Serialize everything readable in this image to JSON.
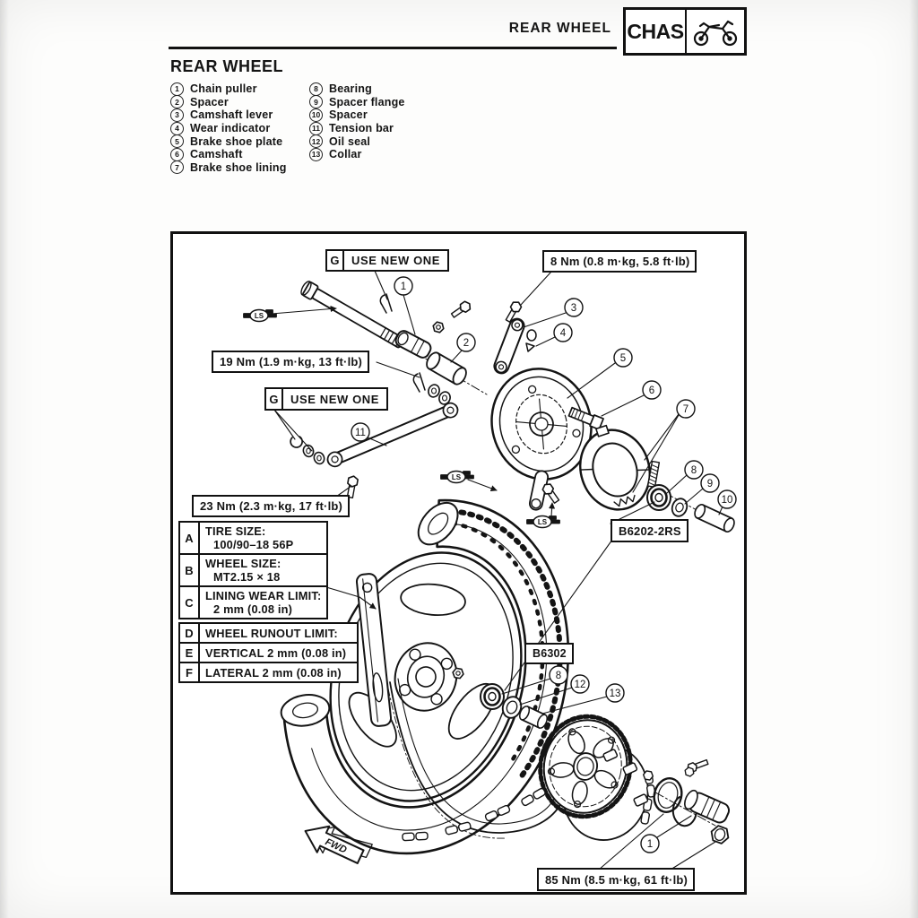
{
  "header": {
    "running_title": "REAR WHEEL",
    "chapter_code": "CHAS"
  },
  "section_title": "REAR WHEEL",
  "parts": [
    {
      "num": "1",
      "label": "Chain puller"
    },
    {
      "num": "2",
      "label": "Spacer"
    },
    {
      "num": "3",
      "label": "Camshaft lever"
    },
    {
      "num": "4",
      "label": "Wear indicator"
    },
    {
      "num": "5",
      "label": "Brake shoe plate"
    },
    {
      "num": "6",
      "label": "Camshaft"
    },
    {
      "num": "7",
      "label": "Brake shoe lining"
    },
    {
      "num": "8",
      "label": "Bearing"
    },
    {
      "num": "9",
      "label": "Spacer flange"
    },
    {
      "num": "10",
      "label": "Spacer"
    },
    {
      "num": "11",
      "label": "Tension bar"
    },
    {
      "num": "12",
      "label": "Oil seal"
    },
    {
      "num": "13",
      "label": "Collar"
    }
  ],
  "diagram": {
    "boxes": {
      "use_new_one": {
        "g": "G",
        "text": "USE NEW ONE"
      },
      "torque_8nm": "8 Nm (0.8 m·kg, 5.8 ft·lb)",
      "torque_19nm": "19 Nm (1.9 m·kg, 13 ft·lb)",
      "torque_23nm": "23 Nm (2.3 m·kg, 17 ft·lb)",
      "torque_85nm": "85 Nm (8.5 m·kg, 61 ft·lb)",
      "bearing_b6202": "B6202-2RS",
      "bearing_b6302": "B6302"
    },
    "fwd_label": "FWD",
    "grease_label": "LS",
    "callouts": [
      "1",
      "2",
      "3",
      "4",
      "5",
      "6",
      "7",
      "8",
      "9",
      "10",
      "11",
      "8",
      "12",
      "13",
      "1"
    ]
  },
  "tables": {
    "tire": {
      "rows": [
        {
          "key": "A",
          "title": "TIRE SIZE:",
          "value": "100/90–18 56P"
        },
        {
          "key": "B",
          "title": "WHEEL SIZE:",
          "value": "MT2.15 × 18"
        },
        {
          "key": "C",
          "title": "LINING WEAR LIMIT:",
          "value": "2 mm (0.08 in)"
        }
      ]
    },
    "runout": {
      "rows": [
        {
          "key": "D",
          "text": "WHEEL RUNOUT LIMIT:"
        },
        {
          "key": "E",
          "text": "VERTICAL 2 mm (0.08 in)"
        },
        {
          "key": "F",
          "text": "LATERAL 2 mm (0.08 in)"
        }
      ]
    }
  }
}
